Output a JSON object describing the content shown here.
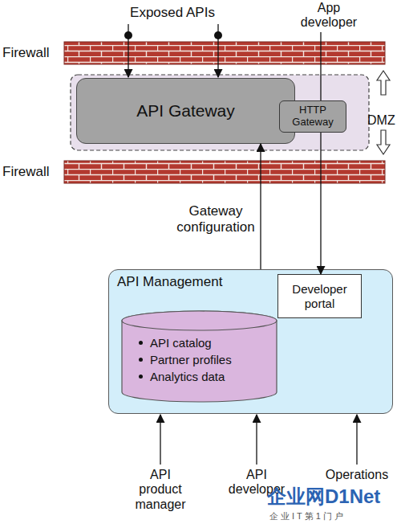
{
  "diagram": {
    "nodes": [
      {
        "text": [
          "API Gateway"
        ]
      },
      {
        "text": [
          "HTTP Gateway"
        ]
      },
      {
        "text": [
          "API Management"
        ]
      },
      {
        "text": [
          "Developer portal"
        ],
        "in": 2
      },
      {
        "text": [
          "API catalog",
          "Partner profiles",
          "Analytics data"
        ],
        "in": 2
      }
    ],
    "edges": [
      {
        "from": 2,
        "to": 0,
        "arrow": "to",
        "label": "Gateway configuration"
      },
      {
        "from": 1,
        "to": 3,
        "arrow": "to"
      }
    ],
    "labels": [
      "Exposed APIs",
      "App developer",
      "Firewall",
      "Firewall",
      "DMZ",
      "API product manager",
      "API developer",
      "Operations",
      "企业网D1Net",
      "企 业 I T 第 1 门 户"
    ]
  }
}
